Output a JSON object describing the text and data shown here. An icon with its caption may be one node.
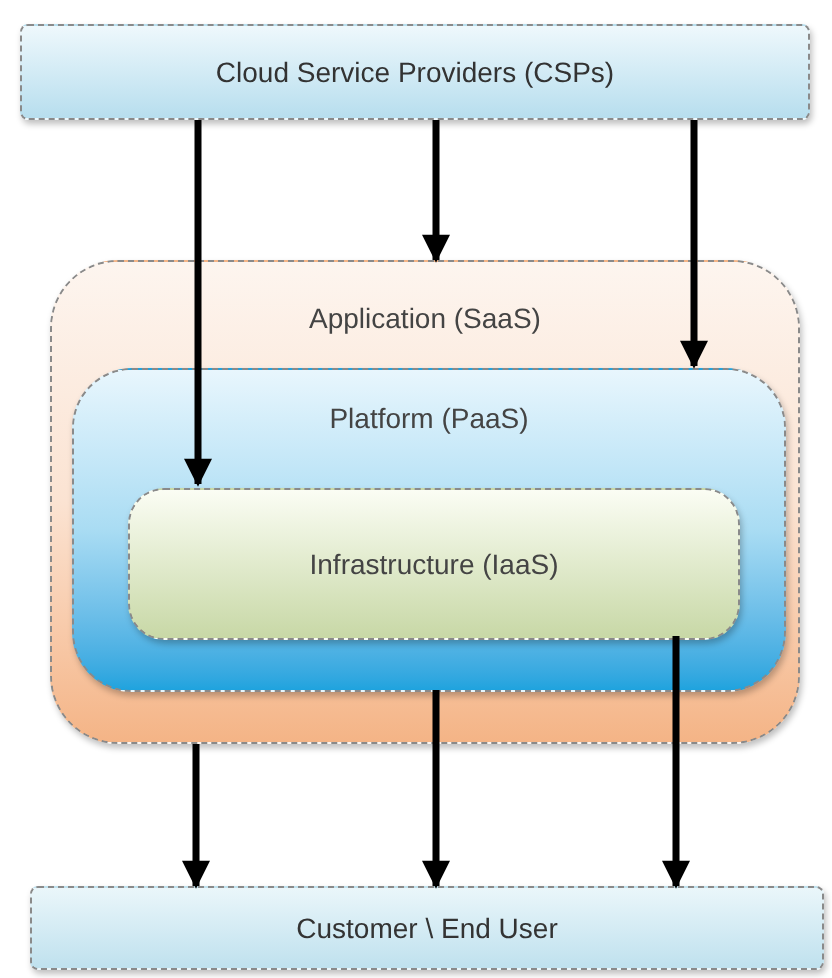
{
  "diagram": {
    "nodes": [
      {
        "text": [
          "Cloud Service Providers (CSPs)"
        ]
      },
      {
        "text": [
          "Application (SaaS)"
        ]
      },
      {
        "text": [
          "Platform (PaaS)"
        ],
        "in": 1
      },
      {
        "text": [
          "Infrastructure (IaaS)"
        ],
        "in": 2
      },
      {
        "text": [
          "Customer \\ End User"
        ]
      }
    ],
    "edges": [
      {
        "from": 0,
        "to": 3,
        "arrow": "to"
      },
      {
        "from": 0,
        "to": 1,
        "arrow": "to"
      },
      {
        "from": 0,
        "to": 2,
        "arrow": "to"
      },
      {
        "from": 1,
        "to": 4,
        "arrow": "to"
      },
      {
        "from": 2,
        "to": 4,
        "arrow": "to"
      },
      {
        "from": 3,
        "to": 4,
        "arrow": "to"
      }
    ]
  }
}
